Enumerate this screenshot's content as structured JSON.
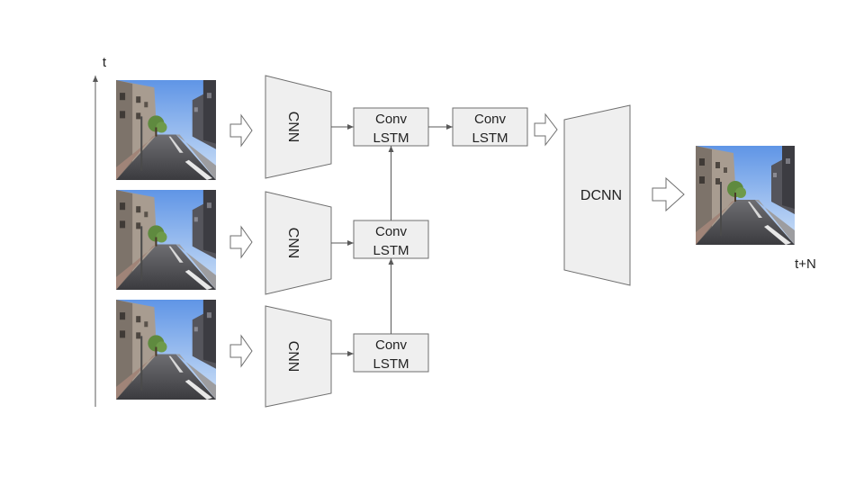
{
  "time_axis": {
    "label": "t"
  },
  "frames": [
    {
      "name": "input-frame-1"
    },
    {
      "name": "input-frame-2"
    },
    {
      "name": "input-frame-3"
    }
  ],
  "encoders": [
    {
      "label": "CNN"
    },
    {
      "label": "CNN"
    },
    {
      "label": "CNN"
    }
  ],
  "convlstm": [
    {
      "line1": "Conv",
      "line2": "LSTM"
    },
    {
      "line1": "Conv",
      "line2": "LSTM"
    },
    {
      "line1": "Conv",
      "line2": "LSTM"
    },
    {
      "line1": "Conv",
      "line2": "LSTM"
    }
  ],
  "decoder": {
    "label": "DCNN"
  },
  "output": {
    "label": "t+N"
  },
  "colors": {
    "block_fill": "#efefef",
    "block_stroke": "#6f6f6f",
    "line": "#595959"
  }
}
